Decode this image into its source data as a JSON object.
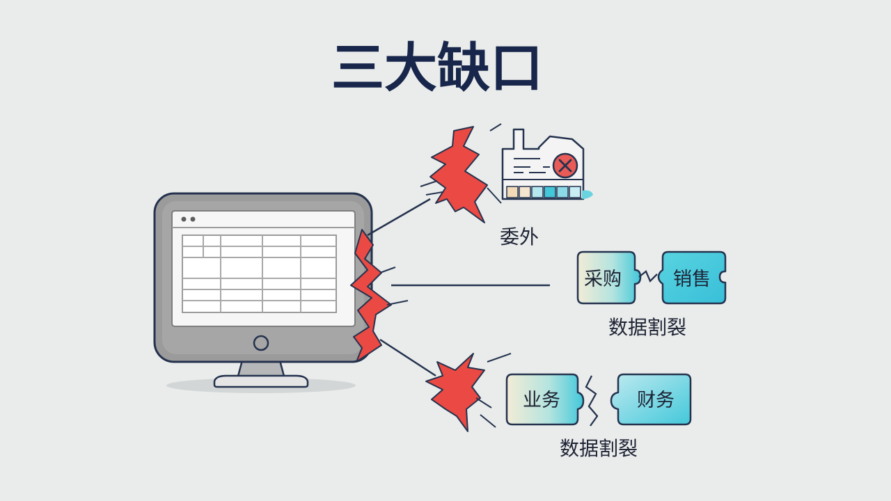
{
  "title": "三大缺口",
  "gaps": [
    {
      "label": "委外"
    },
    {
      "label": "数据割裂",
      "chips": [
        "采购",
        "销售"
      ]
    },
    {
      "label": "数据割裂",
      "chips": [
        "业务",
        "财务"
      ]
    }
  ],
  "colors": {
    "title": "#17264a",
    "crack": "#ea4a43",
    "teal": "#43c8da",
    "cream": "#f2ecd6",
    "outline": "#24324e",
    "monitor": "#9b9b9b"
  }
}
